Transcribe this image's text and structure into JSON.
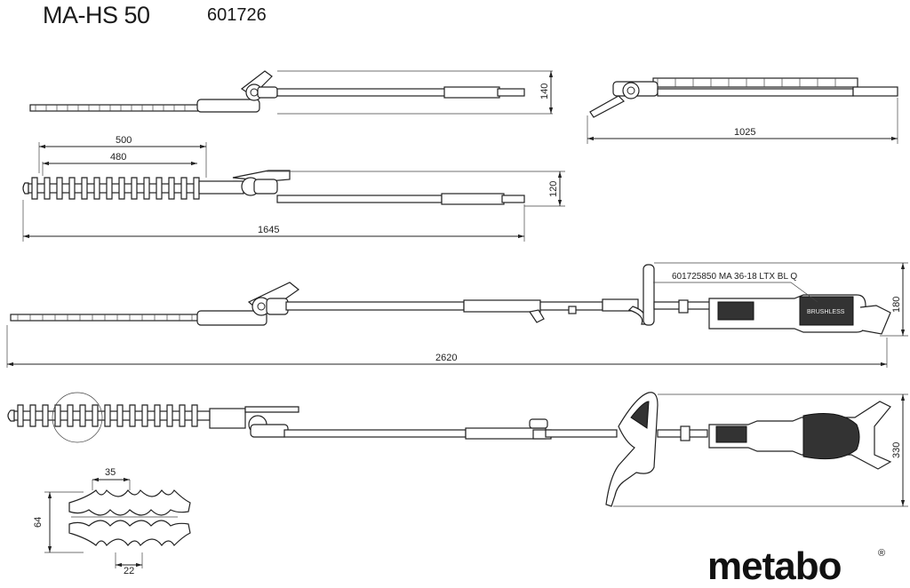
{
  "header": {
    "model": "MA-HS 50",
    "article_number": "601726"
  },
  "dimensions": {
    "top_view_height": "140",
    "folded_length": "1025",
    "blade_length_outer": "500",
    "blade_length_cut": "480",
    "side_height": "120",
    "length_without_motor": "1645",
    "total_length": "2620",
    "height_with_motor": "180",
    "width_with_motor": "330",
    "tooth_pitch": "35",
    "tooth_height": "64",
    "tooth_gap": "22"
  },
  "motor_label": "601725850 MA 36-18 LTX BL Q",
  "motor_badge": "BRUSHLESS",
  "brand": {
    "logo": "metabo",
    "registered": "®"
  }
}
